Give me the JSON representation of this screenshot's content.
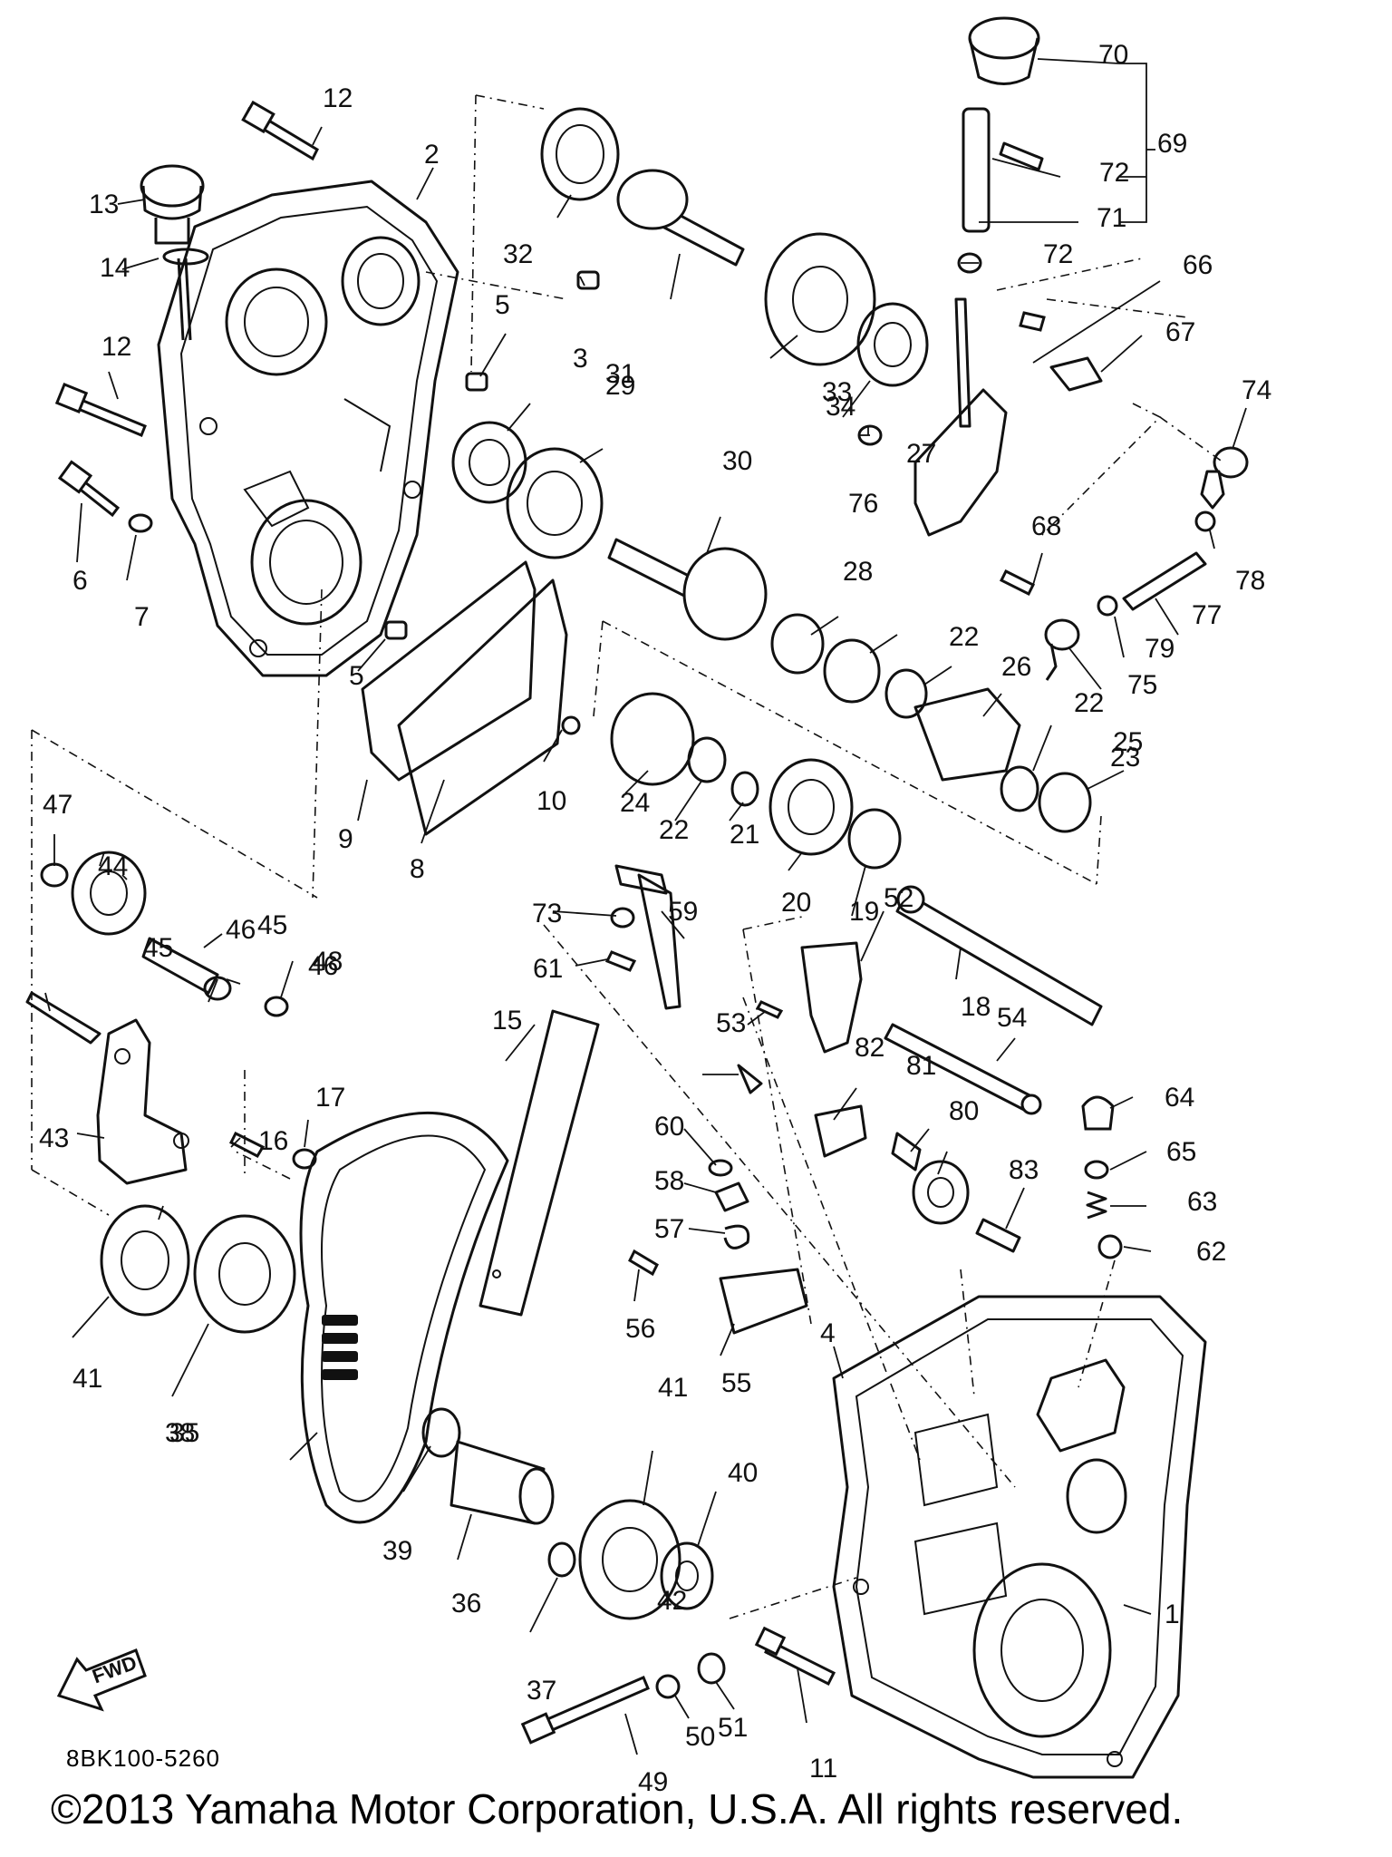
{
  "diagram": {
    "drawing_code": "8BK100-5260",
    "copyright": "©2013 Yamaha Motor Corporation, U.S.A. All rights reserved.",
    "fwd_label": "FWD",
    "callouts": [
      "1",
      "2",
      "3",
      "4",
      "5",
      "5",
      "6",
      "7",
      "8",
      "9",
      "10",
      "11",
      "12",
      "12",
      "13",
      "14",
      "15",
      "16",
      "17",
      "18",
      "19",
      "20",
      "21",
      "22",
      "22",
      "22",
      "23",
      "24",
      "25",
      "26",
      "27",
      "28",
      "29",
      "30",
      "31",
      "32",
      "33",
      "34",
      "35",
      "36",
      "37",
      "38",
      "39",
      "40",
      "41",
      "41",
      "42",
      "43",
      "44",
      "45",
      "45",
      "46",
      "46",
      "47",
      "48",
      "49",
      "50",
      "51",
      "52",
      "53",
      "54",
      "55",
      "56",
      "57",
      "58",
      "59",
      "60",
      "61",
      "62",
      "63",
      "64",
      "65",
      "66",
      "67",
      "68",
      "69",
      "70",
      "71",
      "72",
      "72",
      "73",
      "74",
      "75",
      "76",
      "77",
      "78",
      "79",
      "80",
      "81",
      "82",
      "83"
    ]
  }
}
